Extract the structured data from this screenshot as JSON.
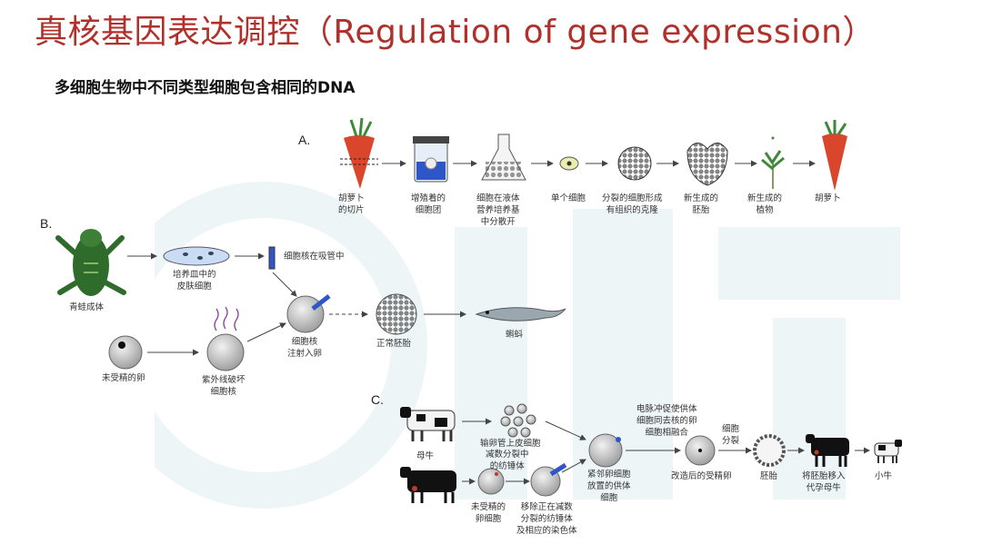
{
  "slide": {
    "title": "真核基因表达调控（Regulation of gene expression）",
    "subtitle": "多细胞生物中不同类型细胞包含相同的DNA"
  },
  "panel_a": {
    "label": "A.",
    "steps": [
      {
        "text": "胡萝卜\n的切片"
      },
      {
        "text": "增殖着的\n细胞团"
      },
      {
        "text": "细胞在液体\n营养培养基\n中分散开"
      },
      {
        "text": "单个细胞"
      },
      {
        "text": "分裂的细胞形成\n有组织的克隆"
      },
      {
        "text": "新生成的\n胚胎"
      },
      {
        "text": "新生成的\n植物"
      },
      {
        "text": "胡萝卜"
      }
    ]
  },
  "panel_b": {
    "label": "B.",
    "frog": "青蛙成体",
    "dish": "培养皿中的\n皮肤细胞",
    "pipette": "细胞核在吸管中",
    "egg": "未受精的卵",
    "uv": "紫外线破坏\n细胞核",
    "inject": "细胞核\n注射入卵",
    "embryo": "正常胚胎",
    "tadpole": "蝌蚪"
  },
  "panel_c": {
    "label": "C.",
    "mother_cow": "母牛",
    "epithelial": "输卵管上皮细胞",
    "spindle": "减数分裂中\n的纺锤体",
    "egg_cell": "未受精的\n卵细胞",
    "remove": "移除正在减数\n分裂的纺锤体\n及相应的染色体",
    "donor": "紧邻卵细胞\n放置的供体\n细胞",
    "fusion": "电脉冲促使供体\n细胞同去核的卵\n细胞相融合",
    "modified": "改造后的受精卵",
    "division": "细胞\n分裂",
    "embryo": "胚胎",
    "transfer": "将胚胎移入\n代孕母牛",
    "calf": "小牛"
  },
  "colors": {
    "title": "#b0312b",
    "carrot": "#d9462b",
    "leaf": "#3f8a3a",
    "cell": "#c9c9c9",
    "watermark": "#2a8fa0"
  }
}
